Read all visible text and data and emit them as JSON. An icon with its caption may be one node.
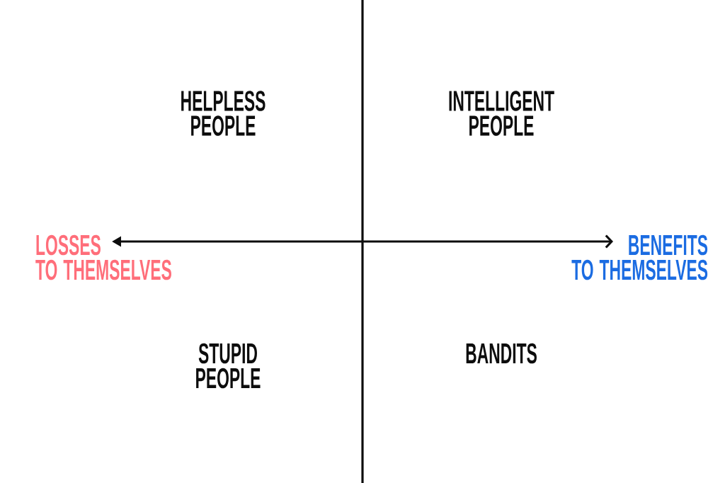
{
  "diagram": {
    "labels": [
      "HELPLESS PEOPLE",
      "INTELLIGENT PEOPLE",
      "LOSSES TO THEMSELVES",
      "BENEFITS TO THEMSELVES",
      "STUPID PEOPLE",
      "BANDITS"
    ]
  }
}
